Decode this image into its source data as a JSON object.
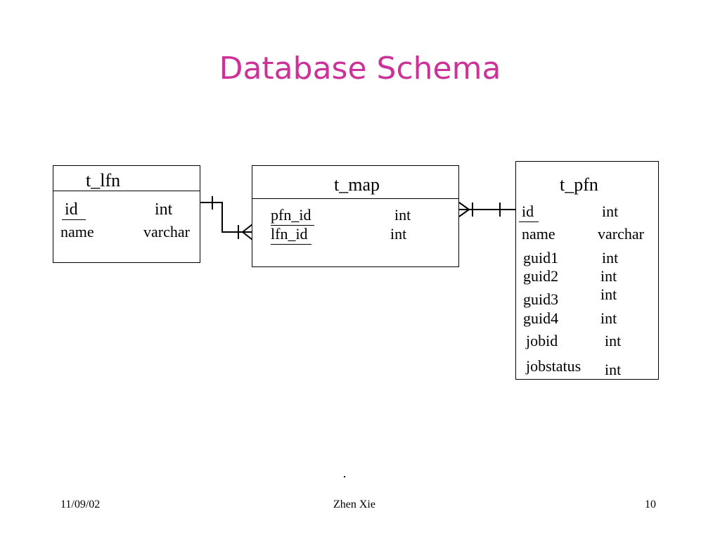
{
  "slide": {
    "title": "Database Schema"
  },
  "tables": {
    "t_lfn": {
      "name": "t_lfn",
      "columns": [
        {
          "name": "id",
          "type": "int",
          "key": true
        },
        {
          "name": "name",
          "type": "varchar",
          "key": false
        }
      ]
    },
    "t_map": {
      "name": "t_map",
      "columns": [
        {
          "name": "pfn_id",
          "type": "int",
          "key": true
        },
        {
          "name": "lfn_id",
          "type": "int",
          "key": true
        }
      ]
    },
    "t_pfn": {
      "name": "t_pfn",
      "columns": [
        {
          "name": "id",
          "type": "int",
          "key": true
        },
        {
          "name": "name",
          "type": "varchar",
          "key": false
        },
        {
          "name": "guid1",
          "type": "int",
          "key": false
        },
        {
          "name": "guid2",
          "type": "int",
          "key": false
        },
        {
          "name": "guid3",
          "type": "int",
          "key": false
        },
        {
          "name": "guid4",
          "type": "int",
          "key": false
        },
        {
          "name": "jobid",
          "type": "int",
          "key": false
        },
        {
          "name": "jobstatus",
          "type": "int",
          "key": false
        }
      ]
    }
  },
  "relationships": [
    {
      "from": "t_lfn",
      "from_cardinality": "one",
      "to": "t_map",
      "to_cardinality": "many"
    },
    {
      "from": "t_pfn",
      "from_cardinality": "one",
      "to": "t_map",
      "to_cardinality": "many"
    }
  ],
  "footer": {
    "date": "11/09/02",
    "author": "Zhen Xie",
    "page": "10"
  }
}
